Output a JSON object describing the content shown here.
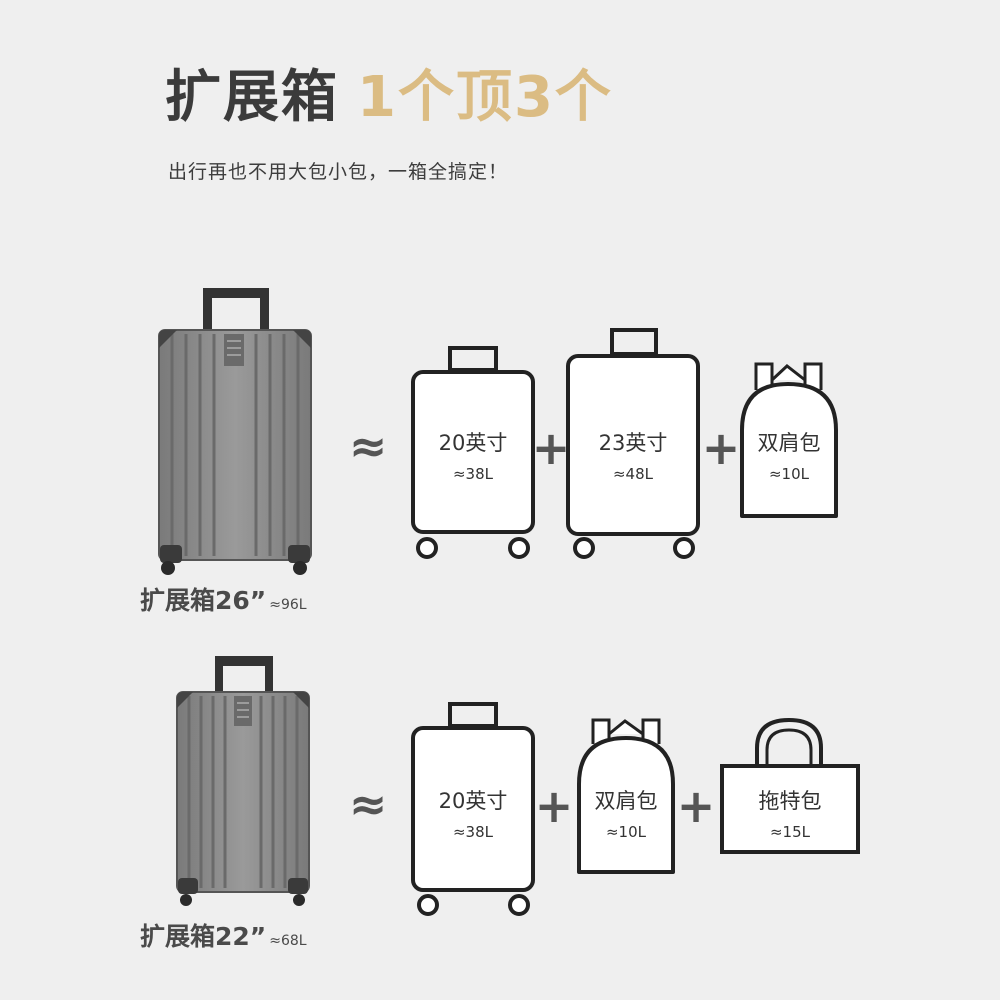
{
  "header": {
    "title_main": "扩展箱",
    "title_accent": "1个顶3个",
    "subtitle": "出行再也不用大包小包，一箱全搞定！"
  },
  "colors": {
    "accent": "#dbbc83",
    "text_dark": "#3b3b3b",
    "background": "#efefef",
    "suitcase_gray": "#8a8a8a"
  },
  "row1": {
    "caption_size": "扩展箱26”",
    "caption_volume": "≈96L",
    "approx": "≈",
    "plus": "+",
    "items": [
      {
        "name": "20英寸",
        "volume": "≈38L"
      },
      {
        "name": "23英寸",
        "volume": "≈48L"
      },
      {
        "name": "双肩包",
        "volume": "≈10L"
      }
    ]
  },
  "row2": {
    "caption_size": "扩展箱22”",
    "caption_volume": "≈68L",
    "approx": "≈",
    "plus": "+",
    "items": [
      {
        "name": "20英寸",
        "volume": "≈38L"
      },
      {
        "name": "双肩包",
        "volume": "≈10L"
      },
      {
        "name": "拖特包",
        "volume": "≈15L"
      }
    ]
  }
}
